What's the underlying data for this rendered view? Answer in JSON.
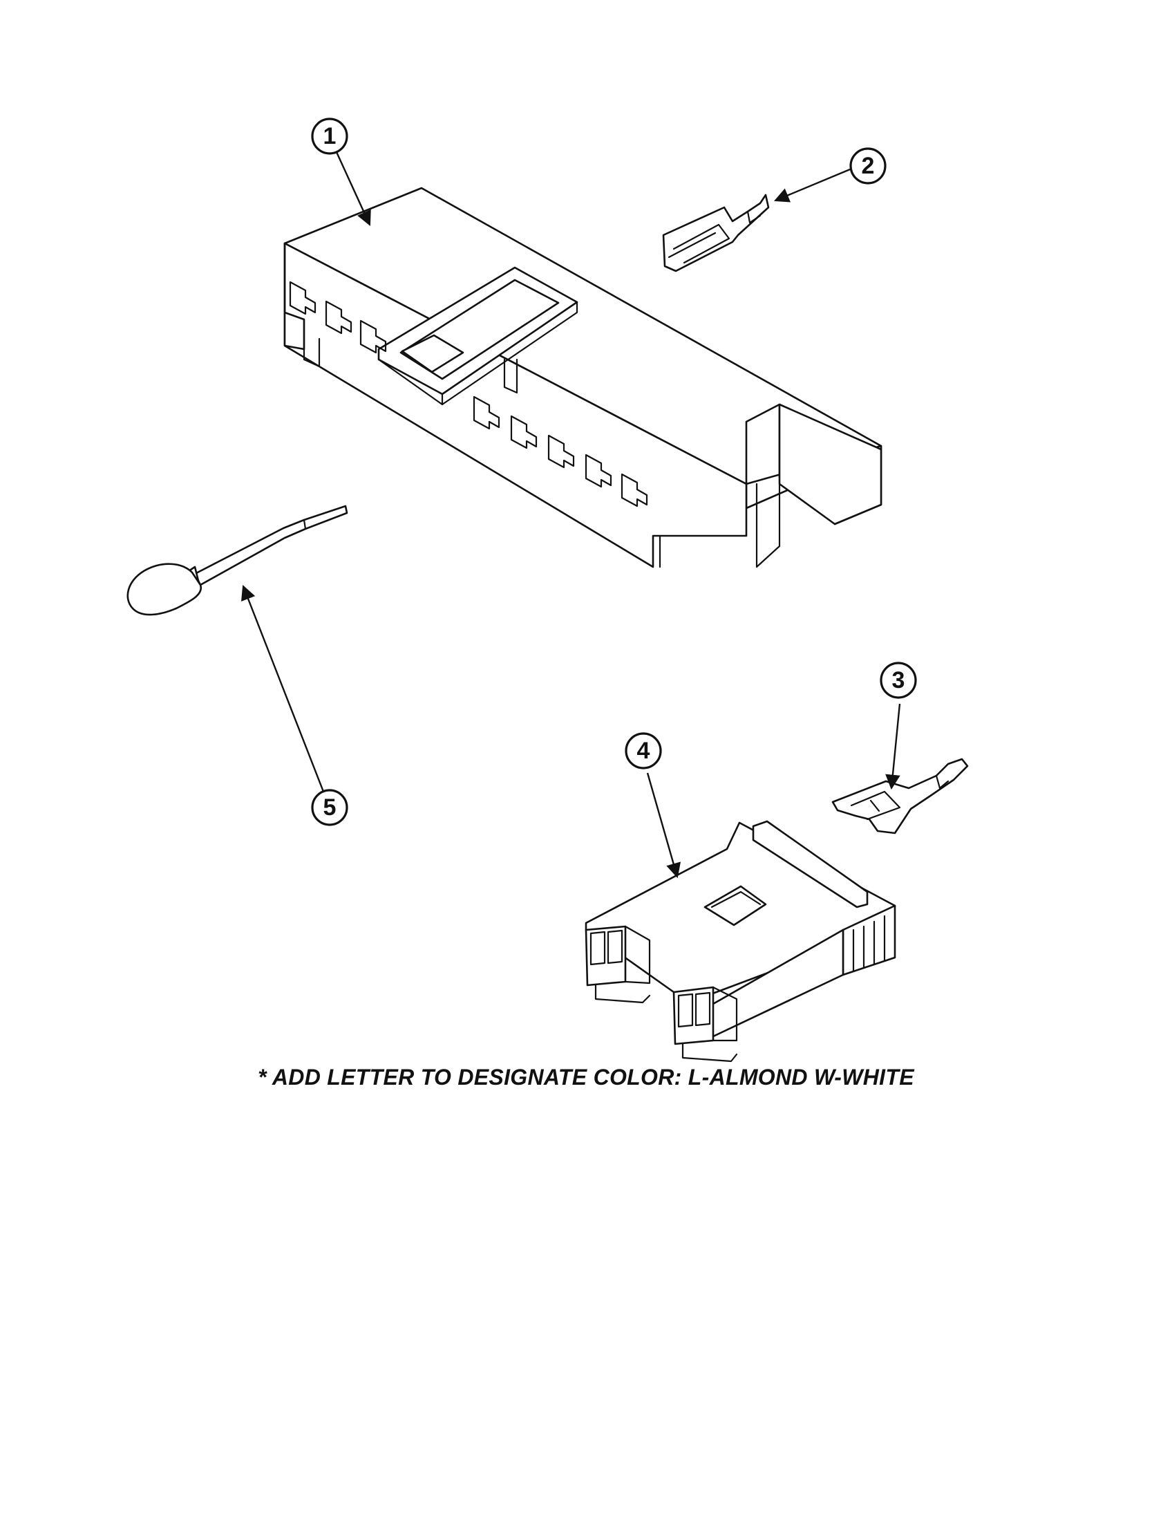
{
  "callouts": [
    {
      "number": "1",
      "part": "terminal block housing"
    },
    {
      "number": "2",
      "part": "terminal"
    },
    {
      "number": "3",
      "part": "terminal"
    },
    {
      "number": "4",
      "part": "connector housing"
    },
    {
      "number": "5",
      "part": "wire lead"
    }
  ],
  "note": "* ADD LETTER TO DESIGNATE COLOR:  L-ALMOND  W-WHITE"
}
